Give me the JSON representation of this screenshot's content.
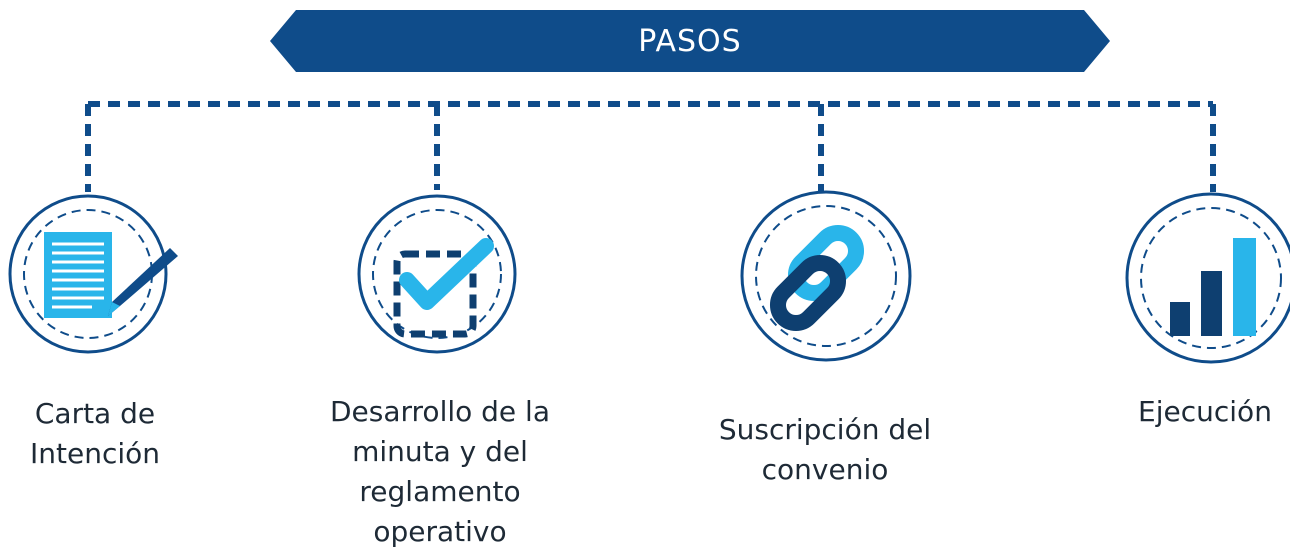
{
  "title": "PASOS",
  "colors": {
    "dark_blue": "#0f4c8a",
    "navy": "#0e3f70",
    "light_blue": "#29b5ea"
  },
  "steps": [
    {
      "label": "Carta de\nIntención",
      "icon": "document-pen-icon"
    },
    {
      "label": "Desarrollo de la\nminuta y del\nreglamento\noperativo",
      "icon": "checkbox-check-icon"
    },
    {
      "label": "Suscripción del\nconvenio",
      "icon": "chain-link-icon"
    },
    {
      "label": "Ejecución",
      "icon": "bar-chart-icon"
    }
  ]
}
